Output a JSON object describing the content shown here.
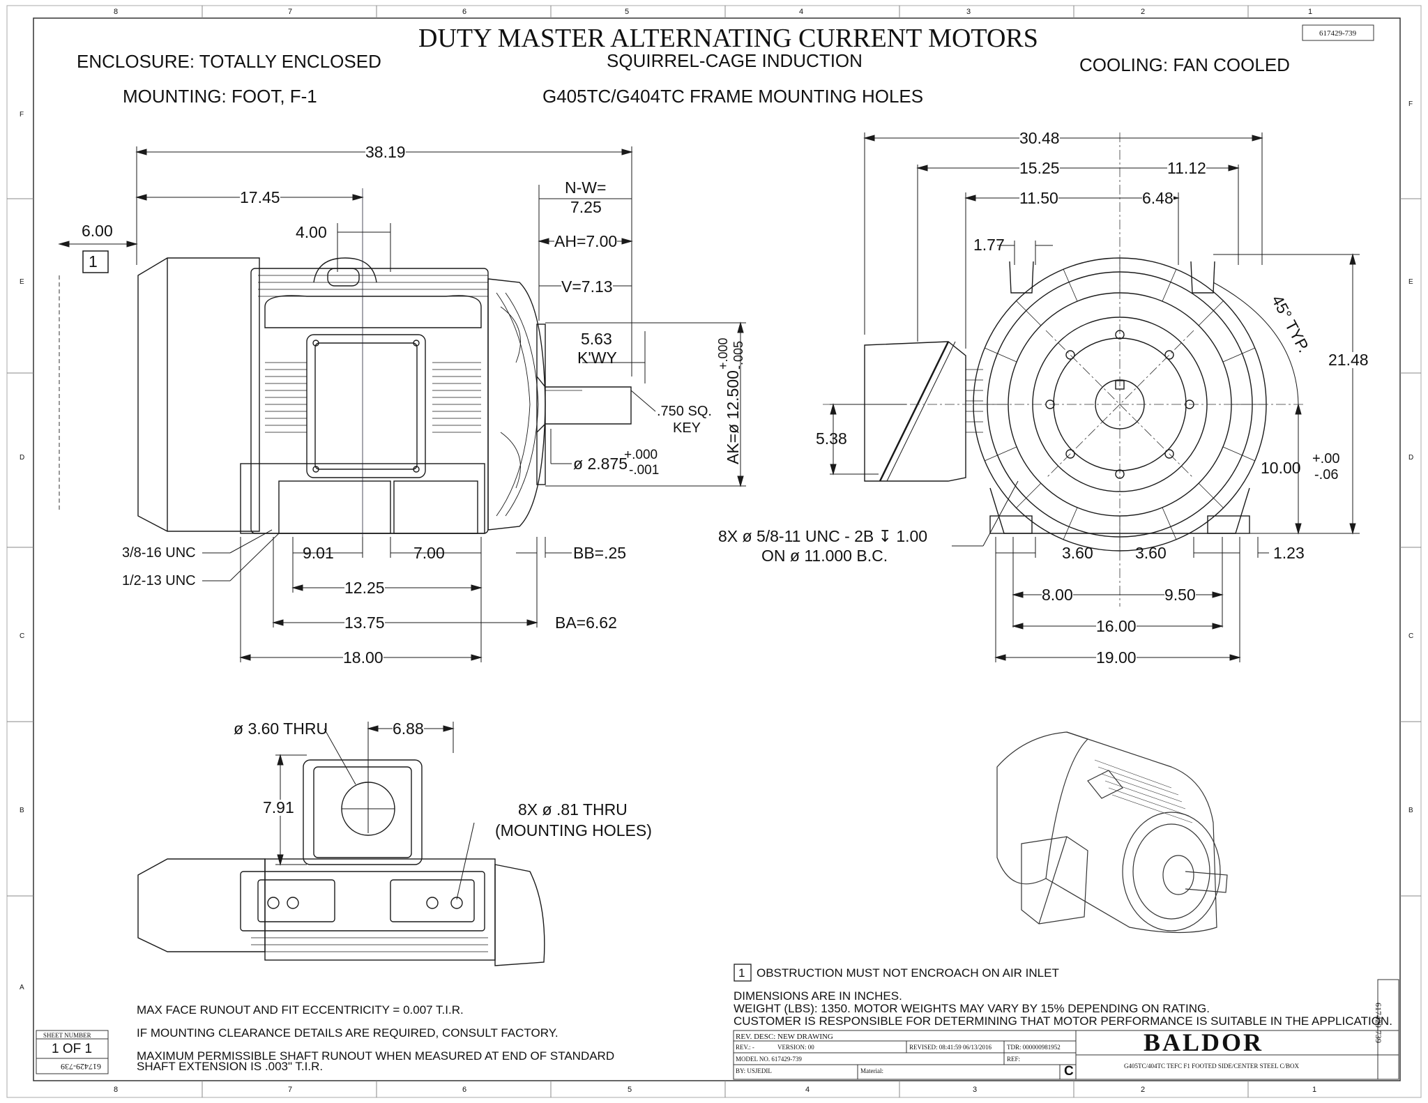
{
  "title": "DUTY MASTER ALTERNATING CURRENT MOTORS",
  "subtitle": "SQUIRREL-CAGE INDUCTION",
  "frame_title": "G405TC/G404TC FRAME MOUNTING HOLES",
  "enclosure": "ENCLOSURE: TOTALLY ENCLOSED",
  "cooling": "COOLING: FAN COOLED",
  "mounting": "MOUNTING: FOOT, F-1",
  "drawing_number": "617429-739",
  "border": {
    "cols_top": [
      "8",
      "7",
      "6",
      "5",
      "4",
      "3",
      "2",
      "1"
    ],
    "cols_bottom": [
      "8",
      "7",
      "6",
      "5",
      "4",
      "3",
      "2",
      "1"
    ],
    "rows": [
      "F",
      "E",
      "D",
      "C",
      "B",
      "A"
    ]
  },
  "side_view": {
    "d_38_19": "38.19",
    "d_17_45": "17.45",
    "d_6_00": "6.00",
    "d_4_00": "4.00",
    "note_marker": "1",
    "nw_label": "N-W=",
    "nw_value": "7.25",
    "ah": "AH=7.00",
    "v": "V=7.13",
    "kwy_value": "5.63",
    "kwy_label": "K'WY",
    "key_label": ".750 SQ.",
    "key_word": "KEY",
    "ak": "AK=ø 12.500",
    "ak_tol_plus": "+.000",
    "ak_tol_minus": "-.005",
    "shaft_dia": "ø 2.875",
    "shaft_tol_plus": "+.000",
    "shaft_tol_minus": "-.001",
    "tap_3_8": "3/8-16 UNC",
    "tap_1_2": "1/2-13 UNC",
    "d_9_01": "9.01",
    "d_7_00": "7.00",
    "bb": "BB=.25",
    "d_12_25": "12.25",
    "d_13_75": "13.75",
    "ba": "BA=6.62",
    "d_18_00": "18.00"
  },
  "end_view": {
    "d_30_48": "30.48",
    "d_15_25": "15.25",
    "d_11_12": "11.12",
    "d_11_50": "11.50",
    "d_6_48": "6.48",
    "d_1_77": "1.77",
    "angle": "45° TYP.",
    "d_21_48": "21.48",
    "d_5_38": "5.38",
    "d_10_00": "10.00",
    "d_10_tol_plus": "+.00",
    "d_10_tol_minus": "-.06",
    "holes_line1": "8X ø  5/8-11 UNC - 2B ↧ 1.00",
    "holes_line2": "ON  ø  11.000 B.C.",
    "d_3_60_left": "3.60",
    "d_3_60_right": "3.60",
    "d_1_23": "1.23",
    "d_8_00": "8.00",
    "d_9_50": "9.50",
    "d_16_00": "16.00",
    "d_19_00": "19.00"
  },
  "top_view": {
    "thru": "ø 3.60 THRU",
    "d_6_88": "6.88",
    "d_7_91": "7.91",
    "mount_line1": "8X ø .81 THRU",
    "mount_line2": "(MOUNTING HOLES)"
  },
  "notes": {
    "marker": "1",
    "obstruction": "OBSTRUCTION MUST NOT ENCROACH ON AIR INLET",
    "dimensions": "DIMENSIONS ARE IN INCHES.",
    "weight": "WEIGHT (LBS): 1350. MOTOR WEIGHTS MAY VARY BY 15% DEPENDING ON RATING.",
    "customer": "CUSTOMER IS RESPONSIBLE FOR DETERMINING THAT MOTOR PERFORMANCE IS SUITABLE IN THE APPLICATION.",
    "runout": "MAX FACE RUNOUT AND FIT ECCENTRICITY = 0.007 T.I.R.",
    "clearance": "IF MOUNTING CLEARANCE DETAILS ARE REQUIRED, CONSULT FACTORY.",
    "shaft_runout_1": "MAXIMUM PERMISSIBLE SHAFT RUNOUT WHEN MEASURED AT END OF STANDARD",
    "shaft_runout_2": "SHAFT EXTENSION IS .003\" T.I.R."
  },
  "sheet": {
    "label": "SHEET NUMBER",
    "value": "1 OF 1",
    "number_flipped": "617429-739"
  },
  "title_block": {
    "rev_desc": "REV. DESC: NEW DRAWING",
    "rev": "REV.: -",
    "version": "VERSION:  00",
    "revised": "REVISED: 08:41:59 06/13/2016",
    "tdr": "TDR: 000000981952",
    "model": "MODEL NO.  617429-739",
    "ref": "REF:",
    "by": "BY: USJEDIL",
    "material": "Material:",
    "size": "C",
    "brand": "BALDOR",
    "description": "G405TC/404TC TEFC F1 FOOTED SIDE/CENTER STEEL C/BOX",
    "side_number": "617429-739"
  },
  "colors": {
    "line": "#1a1a1a",
    "paper": "#ffffff",
    "sketch": "#5a5a5a"
  }
}
